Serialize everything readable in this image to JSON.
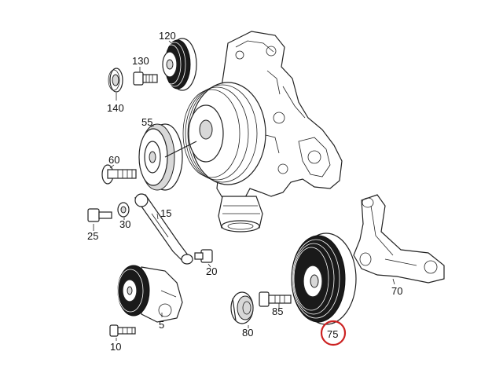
{
  "highlight_color": "#cc2222",
  "highlighted_part": "75",
  "parts": [
    {
      "id": "p120",
      "label": "120"
    },
    {
      "id": "p130",
      "label": "130"
    },
    {
      "id": "p140",
      "label": "140"
    },
    {
      "id": "p55",
      "label": "55"
    },
    {
      "id": "p60",
      "label": "60"
    },
    {
      "id": "p15",
      "label": "15"
    },
    {
      "id": "p25",
      "label": "25"
    },
    {
      "id": "p30",
      "label": "30"
    },
    {
      "id": "p20",
      "label": "20"
    },
    {
      "id": "p5",
      "label": "5"
    },
    {
      "id": "p10",
      "label": "10"
    },
    {
      "id": "p80",
      "label": "80"
    },
    {
      "id": "p85",
      "label": "85"
    },
    {
      "id": "p75",
      "label": "75"
    },
    {
      "id": "p70",
      "label": "70"
    }
  ]
}
